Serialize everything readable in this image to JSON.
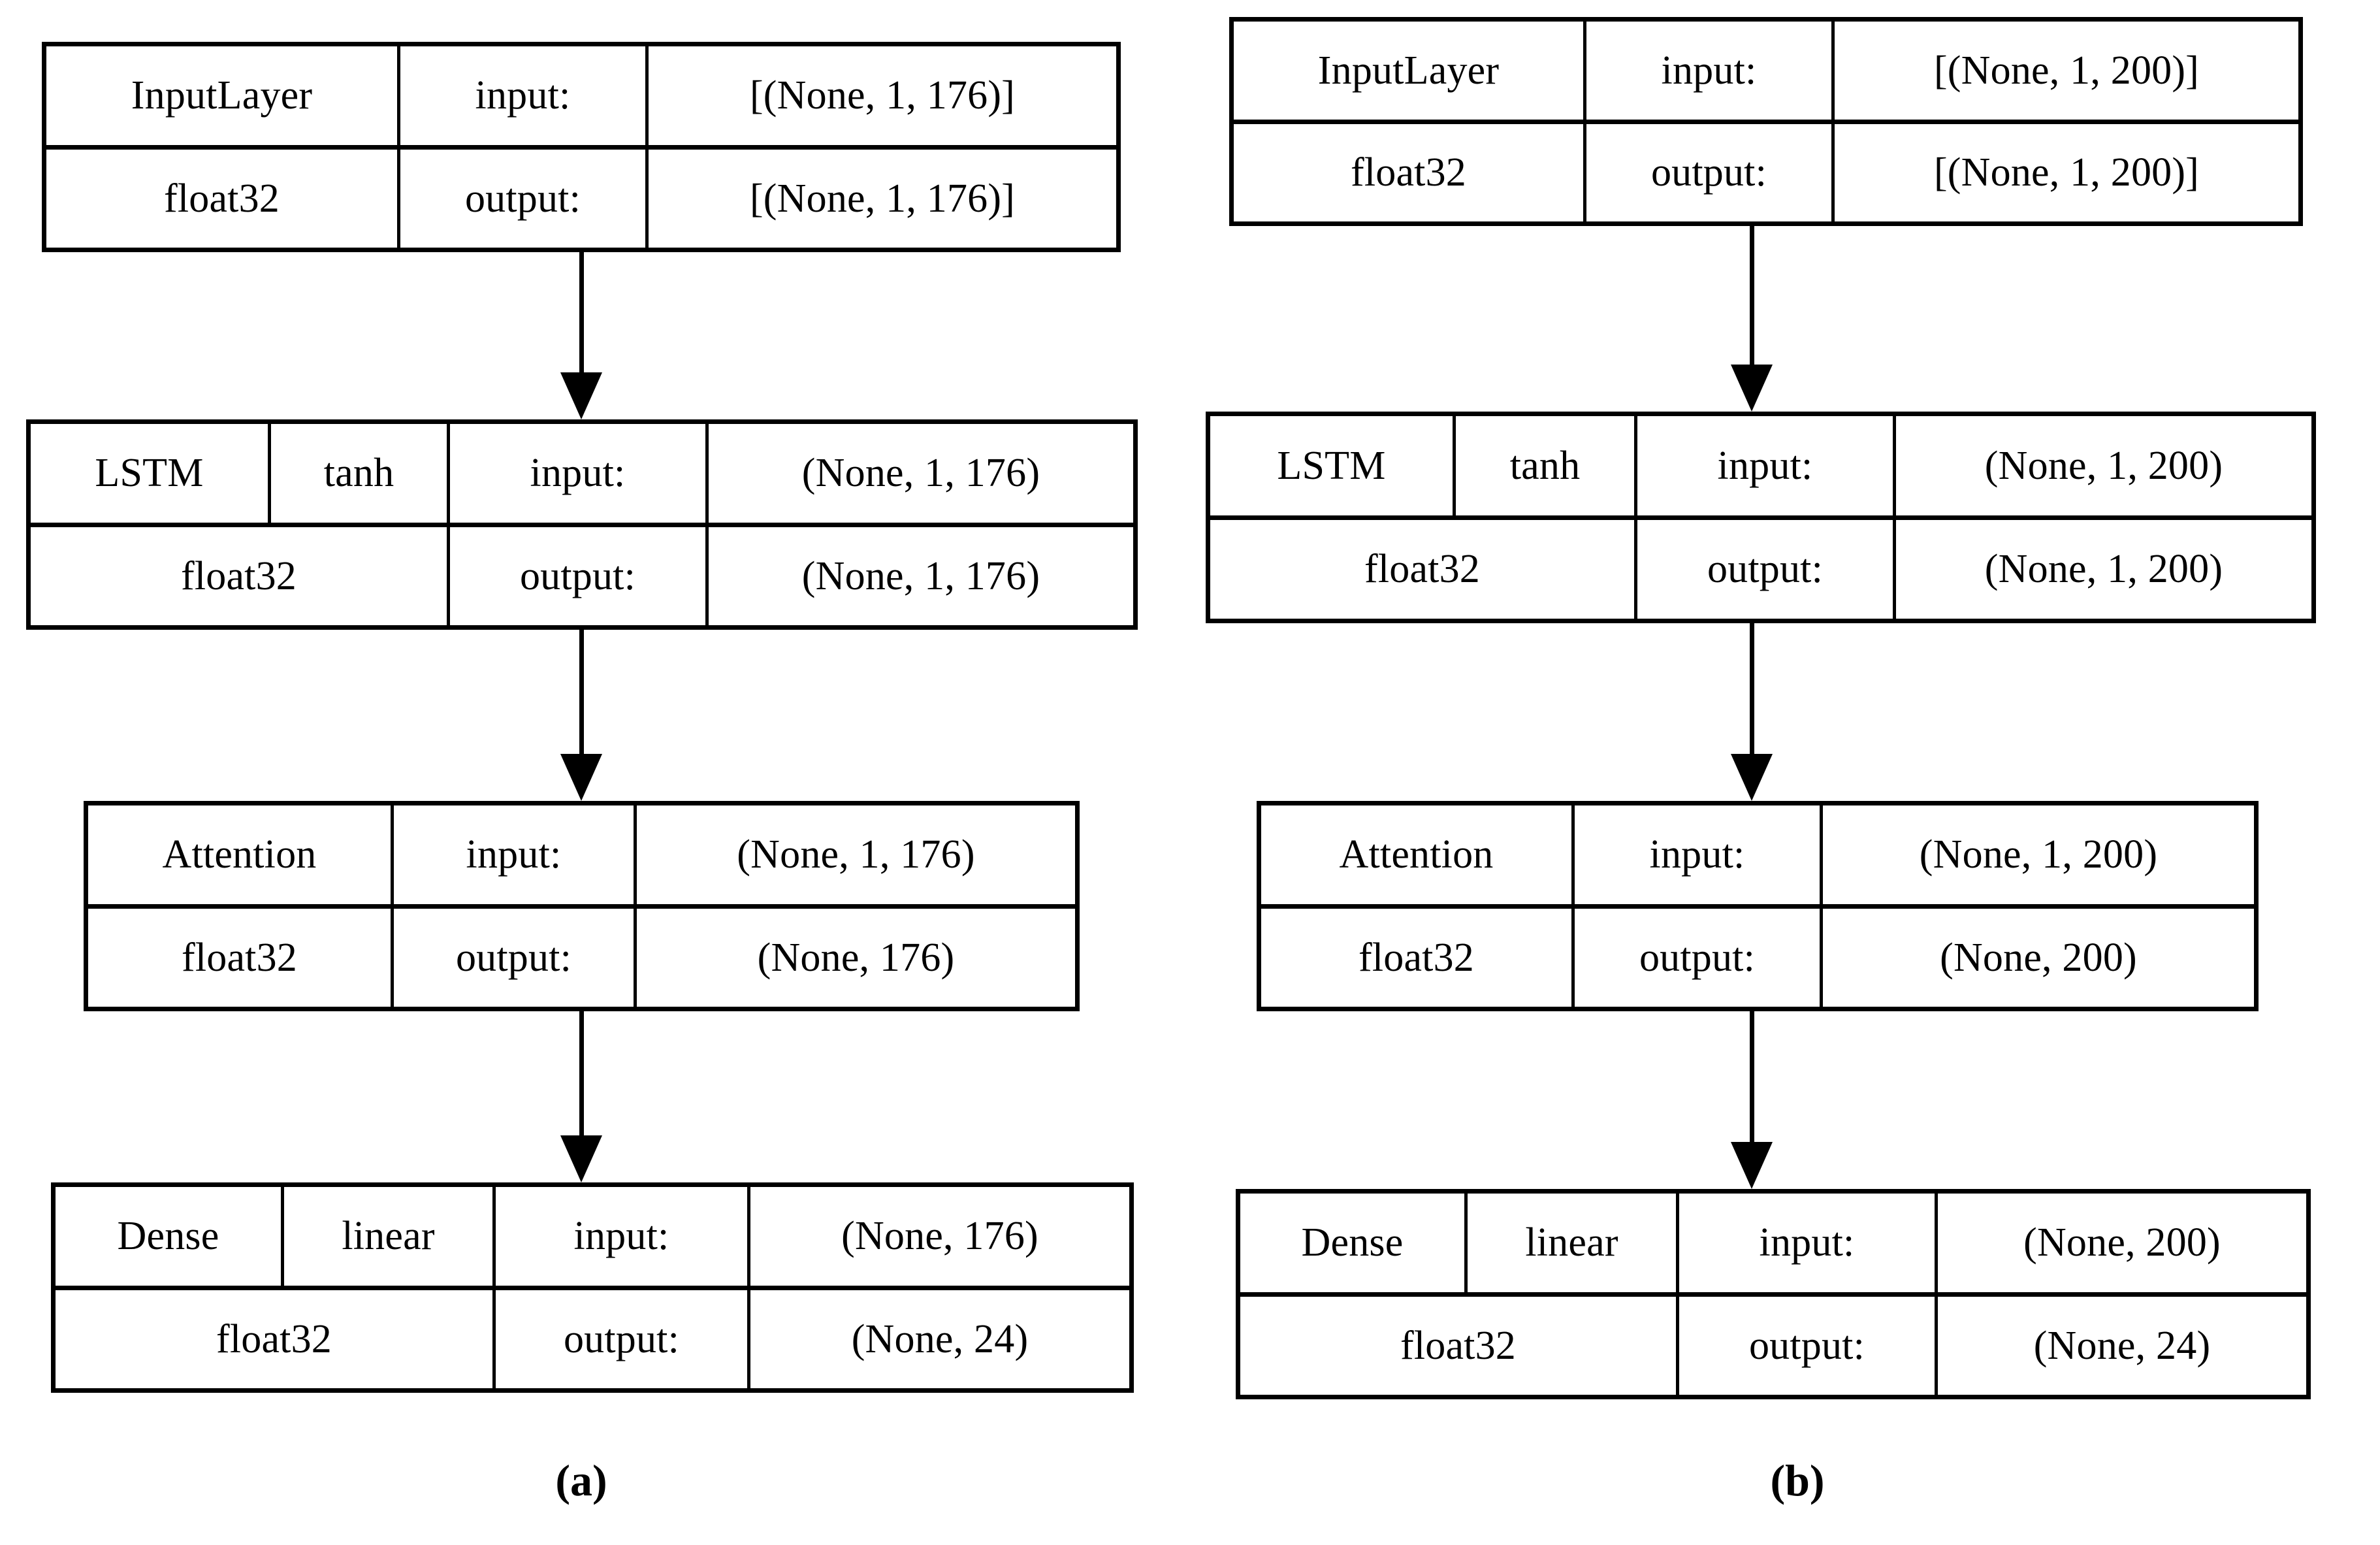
{
  "figure": {
    "type": "neural-network-architecture-diagram",
    "background_color": "#ffffff",
    "line_color": "#000000",
    "panels": [
      {
        "id": "a",
        "caption": "(a)",
        "units": 176,
        "layers": [
          {
            "name": "InputLayer",
            "dtype": "float32",
            "activation": null,
            "input_label": "input:",
            "output_label": "output:",
            "input_shape": "[(None, 1, 176)]",
            "output_shape": "[(None, 1, 176)]"
          },
          {
            "name": "LSTM",
            "dtype": "float32",
            "activation": "tanh",
            "input_label": "input:",
            "output_label": "output:",
            "input_shape": "(None, 1, 176)",
            "output_shape": "(None, 1, 176)"
          },
          {
            "name": "Attention",
            "dtype": "float32",
            "activation": null,
            "input_label": "input:",
            "output_label": "output:",
            "input_shape": "(None, 1, 176)",
            "output_shape": "(None, 176)"
          },
          {
            "name": "Dense",
            "dtype": "float32",
            "activation": "linear",
            "input_label": "input:",
            "output_label": "output:",
            "input_shape": "(None, 176)",
            "output_shape": "(None, 24)"
          }
        ]
      },
      {
        "id": "b",
        "caption": "(b)",
        "units": 200,
        "layers": [
          {
            "name": "InputLayer",
            "dtype": "float32",
            "activation": null,
            "input_label": "input:",
            "output_label": "output:",
            "input_shape": "[(None, 1, 200)]",
            "output_shape": "[(None, 1, 200)]"
          },
          {
            "name": "LSTM",
            "dtype": "float32",
            "activation": "tanh",
            "input_label": "input:",
            "output_label": "output:",
            "input_shape": "(None, 1, 200)",
            "output_shape": "(None, 1, 200)"
          },
          {
            "name": "Attention",
            "dtype": "float32",
            "activation": null,
            "input_label": "input:",
            "output_label": "output:",
            "input_shape": "(None, 1, 200)",
            "output_shape": "(None, 200)"
          },
          {
            "name": "Dense",
            "dtype": "float32",
            "activation": "linear",
            "input_label": "input:",
            "output_label": "output:",
            "input_shape": "(None, 200)",
            "output_shape": "(None, 24)"
          }
        ]
      }
    ]
  }
}
